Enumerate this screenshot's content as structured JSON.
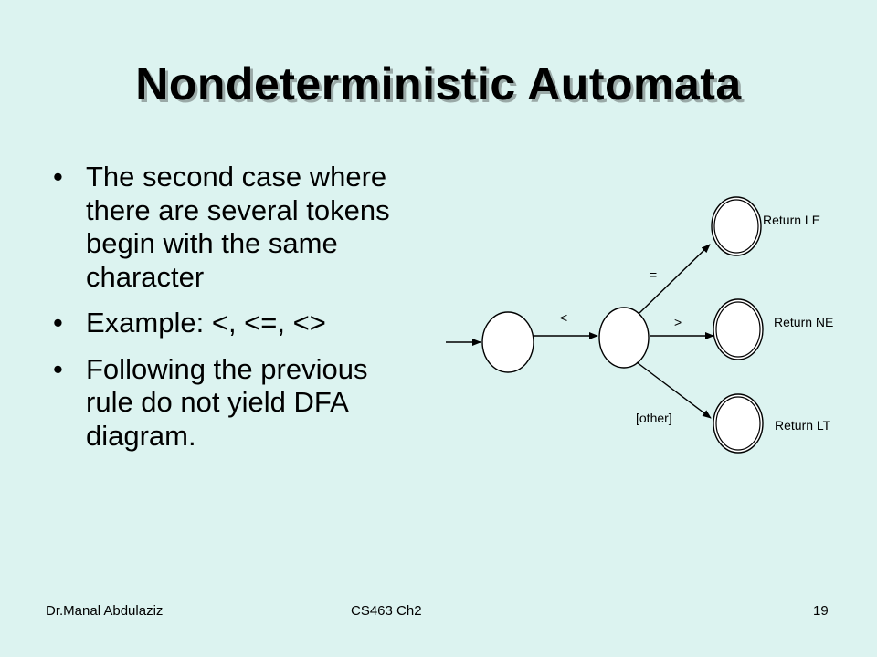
{
  "slide": {
    "title": "Nondeterministic Automata",
    "bullets": [
      "The second case where there are several tokens begin with the same character",
      "Example: <, <=, <>",
      "Following the previous rule do not yield DFA diagram."
    ],
    "bullet_glyph": "•"
  },
  "diagram": {
    "edge_labels": {
      "start_to_middle": "<",
      "to_le": "=",
      "to_ne": ">",
      "to_lt": "[other]"
    },
    "state_labels": {
      "le": "Return LE",
      "ne": "Return NE",
      "lt": "Return LT"
    }
  },
  "footer": {
    "author": "Dr.Manal Abdulaziz",
    "course": "CS463 Ch2",
    "page": "19"
  },
  "colors": {
    "background": "#dcf3f0",
    "state_fill": "#ffffff",
    "ink": "#000000"
  }
}
